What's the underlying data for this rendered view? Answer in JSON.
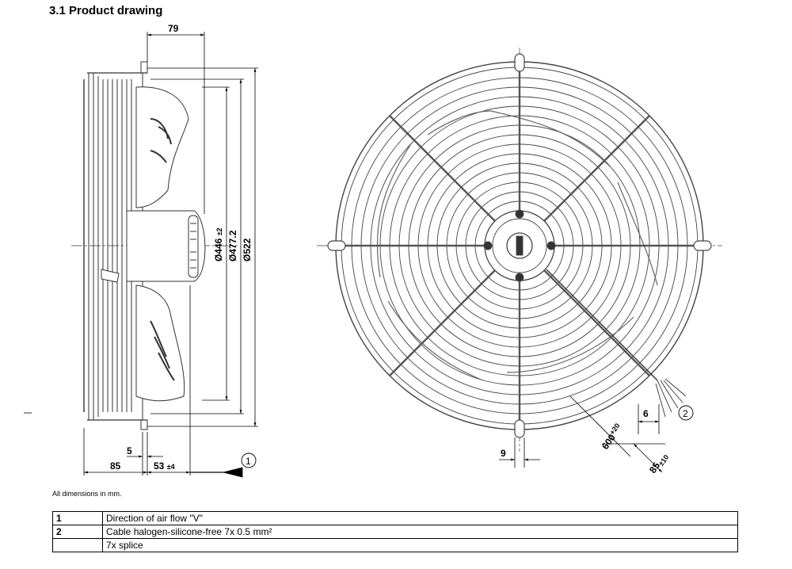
{
  "heading": "3.1 Product drawing",
  "note": "All dimensions in mm.",
  "dimensions": {
    "depth_79": "79",
    "d446": "Ø446",
    "d446_tol": "±2",
    "d477": "Ø477.2",
    "d522": "Ø522",
    "d5": "5",
    "d85": "85",
    "d53": "53",
    "d53_tol": "±4",
    "d9": "9",
    "d6": "6",
    "d600": "600",
    "d600_tol": "+20",
    "d85b": "85",
    "d85b_tol": "±10"
  },
  "callouts": {
    "c1": "1",
    "c2": "2"
  },
  "legend": [
    {
      "num": "1",
      "text": "Direction of air flow \"V\""
    },
    {
      "num": "2",
      "text": "Cable halogen-silicone-free 7x 0.5 mm²"
    },
    {
      "num": "",
      "text": "7x splice"
    }
  ]
}
